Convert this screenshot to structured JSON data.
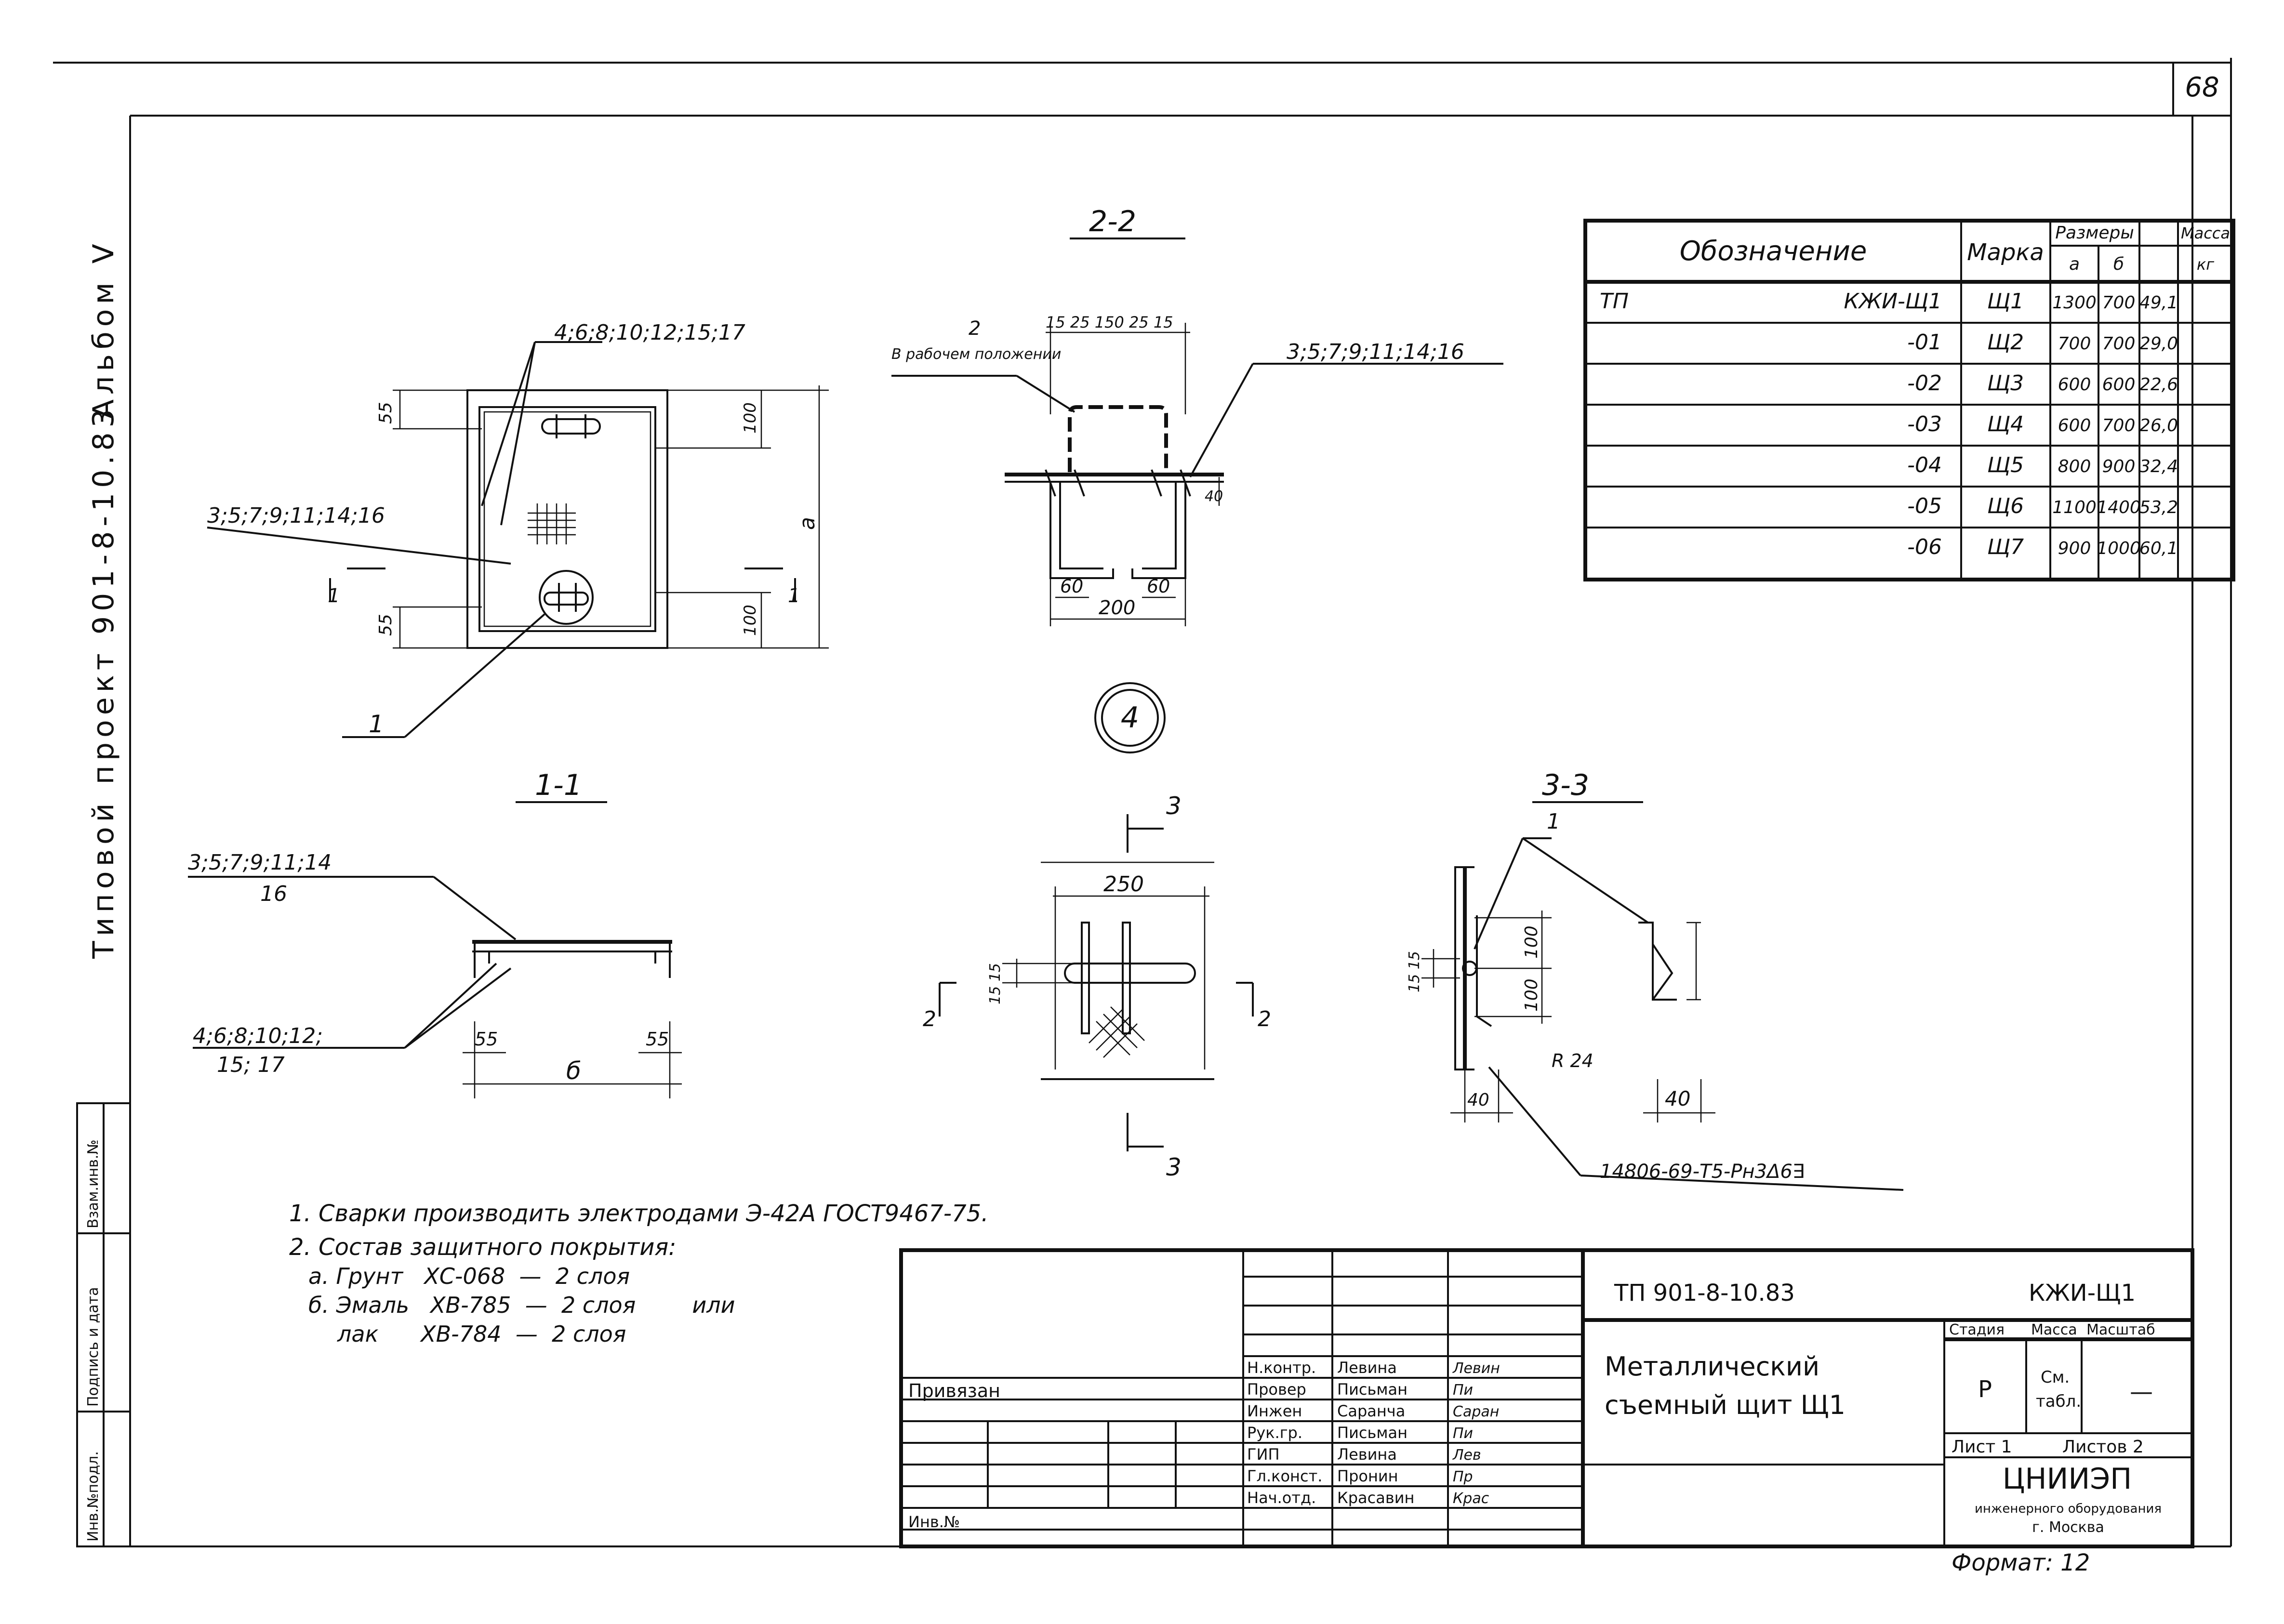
{
  "sheet": {
    "page_number": "68",
    "side_title": "Типовой проект 901-8-10.83",
    "album": "Альбом Ⅴ",
    "side_stamp_cells": [
      "Инв.№подл.",
      "Подпись и дата",
      "Взам.инв.№"
    ],
    "format": "Формат: 12"
  },
  "section_titles": {
    "s22": "2-2",
    "s11": "1-1",
    "s33": "3-3",
    "view": "4"
  },
  "plan_view": {
    "label_top": "4;6;8;10;12;15;17",
    "label_left": "3;5;7;9;11;14;16",
    "label_bottom": "1",
    "dim_55_top": "55",
    "dim_55_bottom": "55",
    "dim_100_top": "100",
    "dim_100_bottom": "100",
    "dim_a": "a",
    "cut_label": "1"
  },
  "section_22": {
    "label_2": "2",
    "label_work": "В рабочем положении",
    "label_right": "3;5;7;9;11;14;16",
    "dims_top": "15 25  150  25 15",
    "dim_40": "40",
    "dim_60a": "60",
    "dim_60b": "60",
    "dim_200": "200"
  },
  "section_11": {
    "label_top_1": "3;5;7;9;11;14",
    "label_top_2": "16",
    "label_bot_1": "4;6;8;10;12;",
    "label_bot_2": "15; 17",
    "dim_55a": "55",
    "dim_55b": "55",
    "dim_b": "б"
  },
  "detail_4": {
    "cut": "3",
    "dim_250": "250",
    "dim_1515": "15 15",
    "cut_2": "2"
  },
  "section_33": {
    "label_1": "1",
    "dim_1515": "15 15",
    "dim_100a": "100",
    "dim_100b": "100",
    "dim_r": "R 24",
    "dim_40a": "40",
    "dim_40b": "40",
    "gost": "14806-69-Т5-Рн3Δ6∃"
  },
  "spec_table": {
    "headers": {
      "designation": "Обозначение",
      "mark": "Марка",
      "sizes": "Размеры",
      "mass": "Масса",
      "a": "a",
      "b": "б",
      "kg": "кг"
    },
    "rows": [
      {
        "prefix": "ТП",
        "designation": "КЖИ-Щ1",
        "mark": "Щ1",
        "a": "1300",
        "b": "700",
        "mass": "49,1"
      },
      {
        "prefix": "",
        "designation": "-01",
        "mark": "Щ2",
        "a": "700",
        "b": "700",
        "mass": "29,0"
      },
      {
        "prefix": "",
        "designation": "-02",
        "mark": "Щ3",
        "a": "600",
        "b": "600",
        "mass": "22,6"
      },
      {
        "prefix": "",
        "designation": "-03",
        "mark": "Щ4",
        "a": "600",
        "b": "700",
        "mass": "26,0"
      },
      {
        "prefix": "",
        "designation": "-04",
        "mark": "Щ5",
        "a": "800",
        "b": "900",
        "mass": "32,4"
      },
      {
        "prefix": "",
        "designation": "-05",
        "mark": "Щ6",
        "a": "1100",
        "b": "1400",
        "mass": "53,2"
      },
      {
        "prefix": "",
        "designation": "-06",
        "mark": "Щ7",
        "a": "900",
        "b": "1000",
        "mass": "60,1"
      }
    ]
  },
  "notes": [
    "1. Сварки производить электродами Э-42А ГОСТ9467-75.",
    "2. Состав защитного покрытия:",
    "а. Грунт   ХС-068  —  2 слоя",
    "б. Эмаль   ХВ-785  —  2 слоя        или",
    "лак      ХВ-784  —  2 слоя"
  ],
  "title_block": {
    "project_code": "ТП 901-8-10.83",
    "doc_code": "КЖИ-Щ1",
    "title_line1": "Металлический",
    "title_line2": "съемный щит Щ1",
    "privyazan": "Привязан",
    "inv_no": "Инв.№",
    "stage_h": "Стадия",
    "mass_h": "Масса",
    "scale_h": "Масштаб",
    "stage": "Р",
    "mass_1": "См.",
    "mass_2": "табл.",
    "scale": "—",
    "sheet_label": "Лист 1",
    "sheets_label": "Листов 2",
    "org": "ЦНИИЭП",
    "org_sub1": "инженерного оборудования",
    "org_sub2": "г. Москва",
    "signers": [
      {
        "role": "Н.контр.",
        "name": "Левина",
        "sign": "Левин"
      },
      {
        "role": "Провер",
        "name": "Письман",
        "sign": "Пи"
      },
      {
        "role": "Инжен",
        "name": "Саранча",
        "sign": "Саран"
      },
      {
        "role": "Рук.гр.",
        "name": "Письман",
        "sign": "Пи"
      },
      {
        "role": "ГИП",
        "name": "Левина",
        "sign": "Лев"
      },
      {
        "role": "Гл.конст.",
        "name": "Пронин",
        "sign": "Пр"
      },
      {
        "role": "Нач.отд.",
        "name": "Красавин",
        "sign": "Крас"
      }
    ]
  }
}
